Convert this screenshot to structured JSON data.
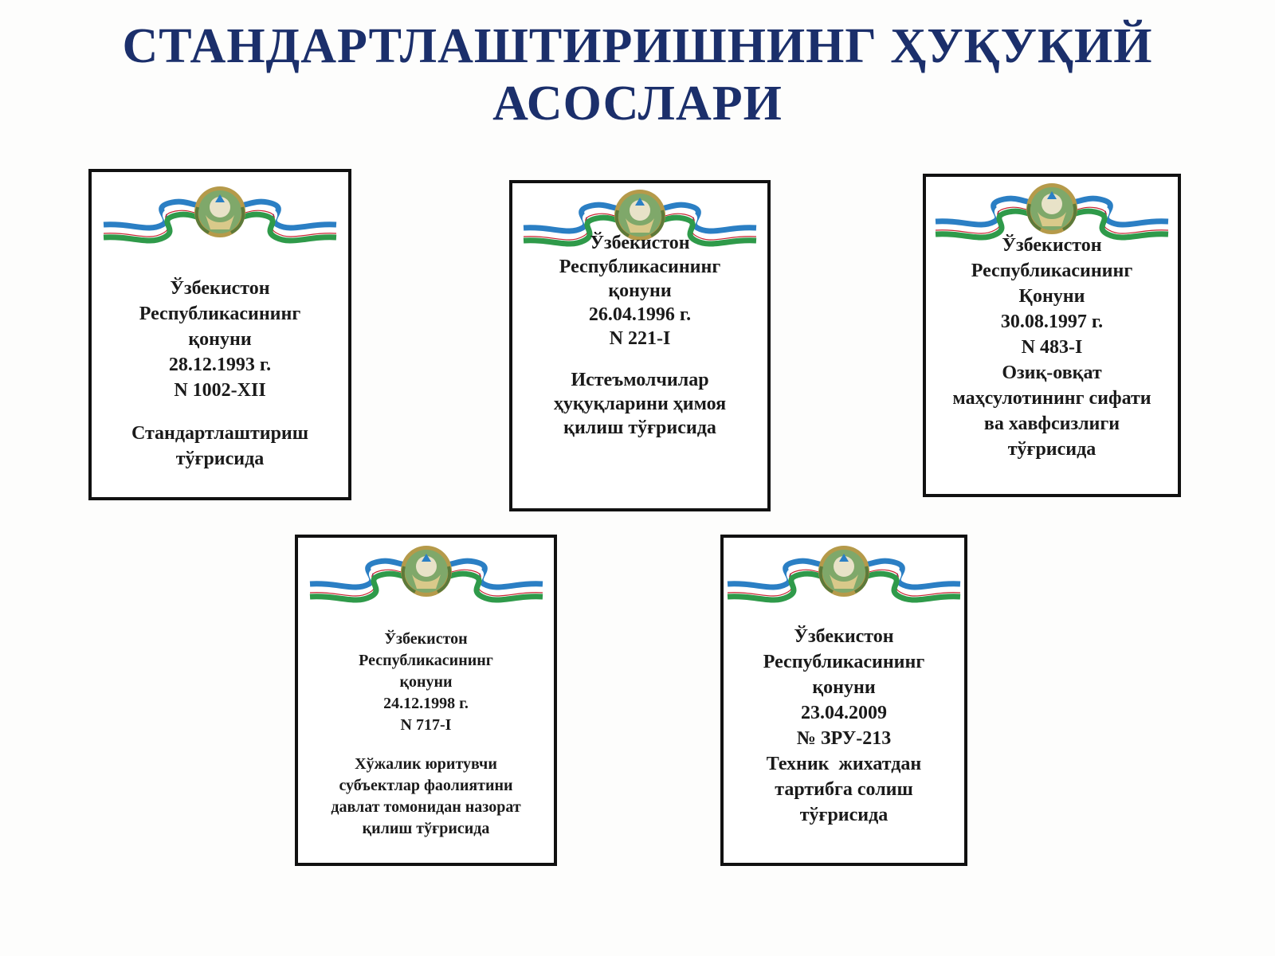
{
  "title": {
    "line1": "СТАНДАРТЛАШТИРИШНИНГ ҲУҚУҚИЙ",
    "line2": "АСОСЛАРИ"
  },
  "colors": {
    "title": "#1b2f6b",
    "ribbon_blue": "#2b7fc4",
    "ribbon_green": "#2f9a4a",
    "ribbon_white": "#ffffff",
    "ribbon_red": "#c8202e",
    "emblem_gold": "#b59a4a"
  },
  "cards": [
    {
      "line1": "Ўзбекистон",
      "line2": "Республикасининг",
      "line3": "қонуни",
      "date": "28.12.1993 г.",
      "number": "N 1002-XII",
      "subject1": "Стандартлаштириш",
      "subject2": "тўғрисида"
    },
    {
      "line1": "Ўзбекистон",
      "line2": "Республикасининг",
      "line3": "қонуни",
      "date": "26.04.1996 г.",
      "number": "N 221-I",
      "subject1": "Истеъмолчилар",
      "subject2": "ҳуқуқларини ҳимоя",
      "subject3": "қилиш тўғрисида"
    },
    {
      "line1": "Ўзбекистон",
      "line2": "Республикасининг",
      "line3": "Қонуни",
      "date": "30.08.1997 г.",
      "number": "N 483-I",
      "subject1": "Озиқ-овқат",
      "subject2": "маҳсулотининг сифати",
      "subject3": "ва хавфсизлиги",
      "subject4": "тўғрисида"
    },
    {
      "line1": "Ўзбекистон",
      "line2": "Республикасининг",
      "line3": "қонуни",
      "date": "24.12.1998 г.",
      "number": "N 717-I",
      "subject1": "Хўжалик юритувчи",
      "subject2": "субъектлар фаолиятини",
      "subject3": "давлат томонидан назорат",
      "subject4": "қилиш тўғрисида"
    },
    {
      "line1": "Ўзбекистон",
      "line2": "Республикасининг",
      "line3": "қонуни",
      "date": "23.04.2009",
      "number": "№ ЗРУ-213",
      "subject1": "Техник  жихатдан",
      "subject2": "тартибга солиш",
      "subject3": "тўғрисида"
    }
  ]
}
